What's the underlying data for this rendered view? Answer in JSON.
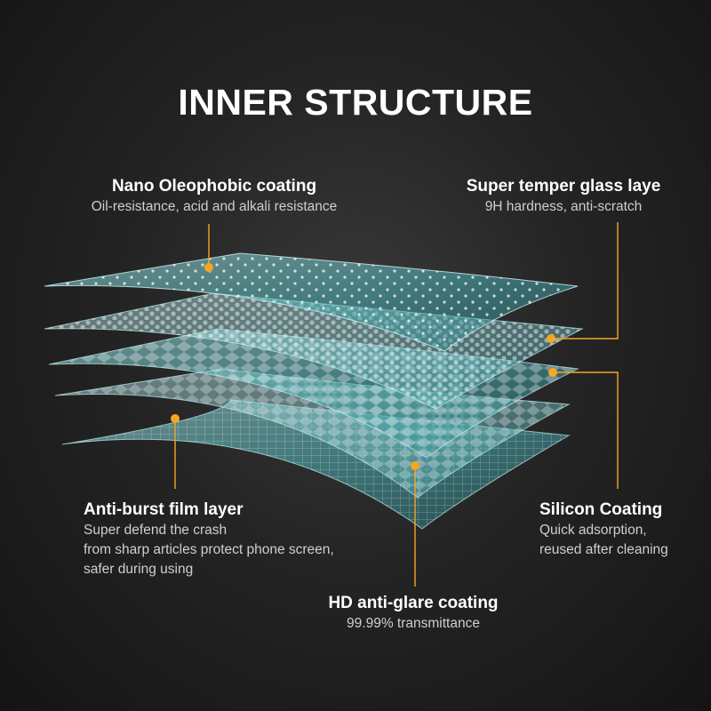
{
  "title": "INNER STRUCTURE",
  "accent_color": "#f5a623",
  "layers": [
    {
      "heading": "Nano Oleophobic coating",
      "lines": [
        "Oil-resistance, acid and alkali resistance"
      ]
    },
    {
      "heading": "Super temper glass laye",
      "lines": [
        "9H hardness, anti-scratch"
      ]
    },
    {
      "heading": "Anti-burst film layer",
      "lines": [
        "Super defend the crash",
        "from sharp articles protect phone screen,",
        "safer during using"
      ]
    },
    {
      "heading": "Silicon Coating",
      "lines": [
        "Quick adsorption,",
        "reused after cleaning"
      ]
    },
    {
      "heading": "HD anti-glare coating",
      "lines": [
        "99.99% transmittance"
      ]
    }
  ]
}
